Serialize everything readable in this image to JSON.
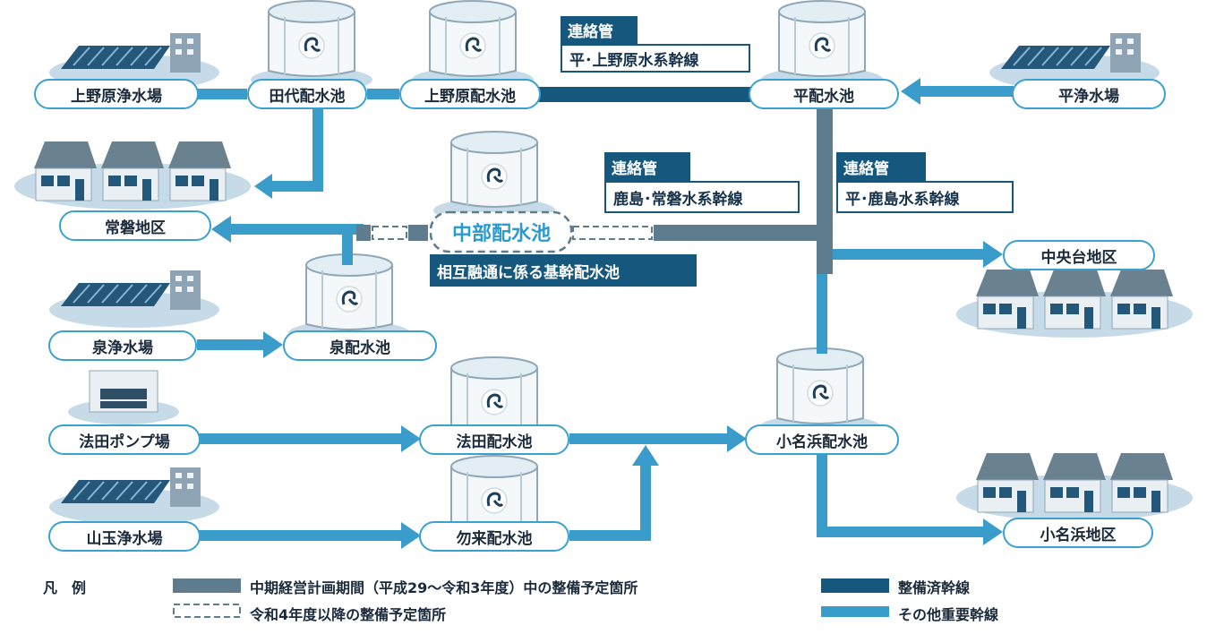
{
  "facilities": {
    "uenohara_plant": "上野原浄水場",
    "tashiro_reservoir": "田代配水池",
    "uenohara_reservoir": "上野原配水池",
    "taira_reservoir": "平配水池",
    "taira_plant": "平浄水場",
    "joban_district": "常磐地区",
    "chubu_reservoir": "中部配水池",
    "chuodai_district": "中央台地区",
    "izumi_plant": "泉浄水場",
    "izumi_reservoir": "泉配水池",
    "hotta_pump": "法田ポンプ場",
    "hotta_reservoir": "法田配水池",
    "onahama_reservoir": "小名浜配水池",
    "sandama_plant": "山玉浄水場",
    "nakoso_reservoir": "勿来配水池",
    "onahama_district": "小名浜地区"
  },
  "callouts": {
    "link1_title": "連絡管",
    "link1_name": "平･上野原水系幹線",
    "link2_title": "連絡管",
    "link2_name": "鹿島･常磐水系幹線",
    "link3_title": "連絡管",
    "link3_name": "平･鹿島水系幹線",
    "hub_note": "相互融通に係る基幹配水池"
  },
  "legend": {
    "title": "凡　例",
    "planned": "中期経営計画期間（平成29～令和3年度）中の整備予定箇所",
    "future": "令和4年度以降の整備予定箇所",
    "completed": "整備済幹線",
    "other": "その他重要幹線"
  },
  "colors": {
    "important_main": "#3a9ccb",
    "completed_main": "#16587d",
    "planned_main": "#5d7c8e",
    "node_border": "#3aa0cf",
    "callout_bg": "#16587d"
  }
}
